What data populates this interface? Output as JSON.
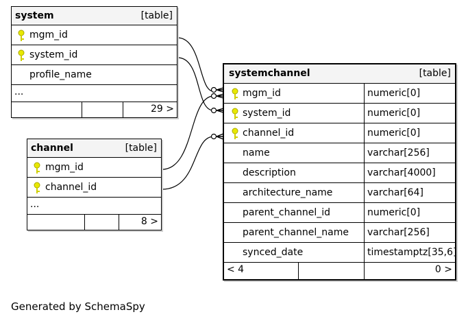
{
  "tables": {
    "system": {
      "name": "system",
      "kind": "[table]",
      "columns": [
        {
          "name": "mgm_id",
          "key": true
        },
        {
          "name": "system_id",
          "key": true
        },
        {
          "name": "profile_name",
          "key": false
        }
      ],
      "more": "...",
      "count": "29 >"
    },
    "channel": {
      "name": "channel",
      "kind": "[table]",
      "columns": [
        {
          "name": "mgm_id",
          "key": true
        },
        {
          "name": "channel_id",
          "key": true
        }
      ],
      "more": "...",
      "count": "8 >"
    },
    "systemchannel": {
      "name": "systemchannel",
      "kind": "[table]",
      "columns": [
        {
          "name": "mgm_id",
          "type": "numeric[0]",
          "key": true
        },
        {
          "name": "system_id",
          "type": "numeric[0]",
          "key": true
        },
        {
          "name": "channel_id",
          "type": "numeric[0]",
          "key": true
        },
        {
          "name": "name",
          "type": "varchar[256]",
          "key": false
        },
        {
          "name": "description",
          "type": "varchar[4000]",
          "key": false
        },
        {
          "name": "architecture_name",
          "type": "varchar[64]",
          "key": false
        },
        {
          "name": "parent_channel_id",
          "type": "numeric[0]",
          "key": false
        },
        {
          "name": "parent_channel_name",
          "type": "varchar[256]",
          "key": false
        },
        {
          "name": "synced_date",
          "type": "timestamptz[35,6]",
          "key": false
        }
      ],
      "parents": "< 4",
      "children": "0 >"
    }
  },
  "colors": {
    "key": "#e8e800",
    "header_bg": "#f4f4f4",
    "line": "#000000"
  },
  "footer": "Generated by SchemaSpy"
}
